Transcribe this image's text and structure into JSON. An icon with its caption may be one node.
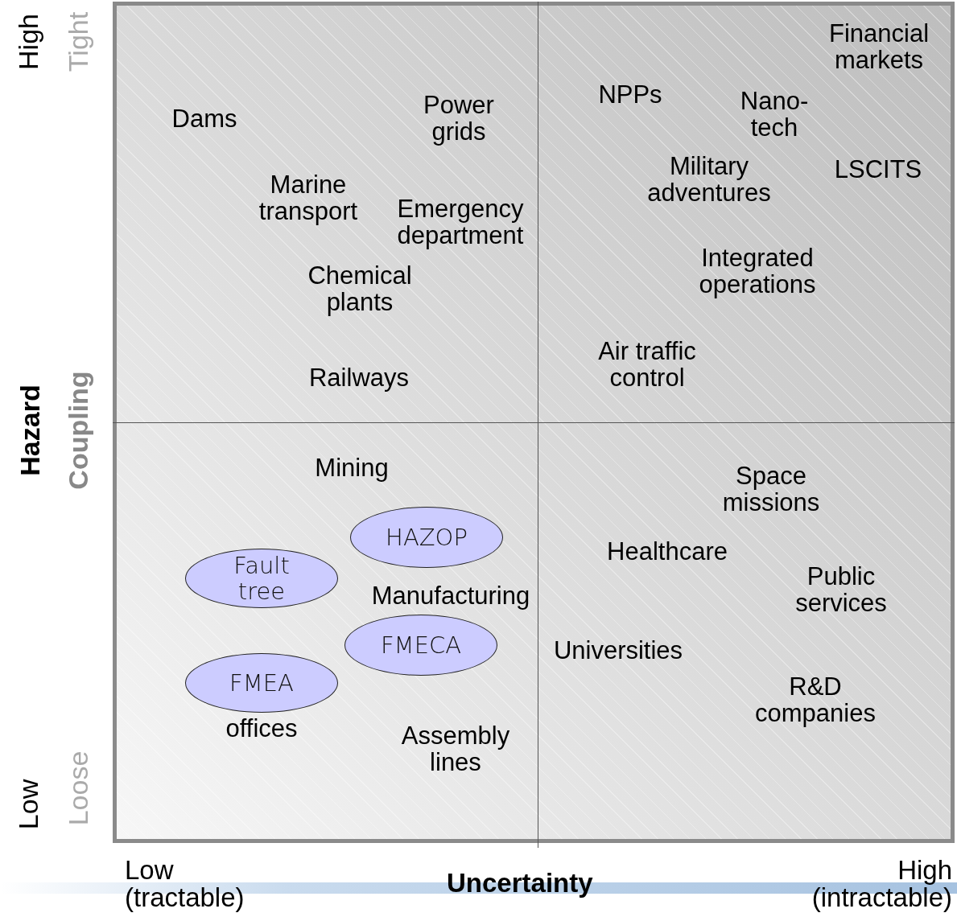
{
  "diagram": {
    "nodes": [
      {
        "text": [
          "HAZOP"
        ]
      },
      {
        "text": [
          "Fault tree"
        ]
      },
      {
        "text": [
          "FMECA"
        ]
      },
      {
        "text": [
          "FMEA"
        ],
        "beside": [
          "offices"
        ]
      }
    ],
    "labels": [
      "High",
      "Tight",
      "Financial markets",
      "NPPs",
      "Power grids",
      "Nano-tech",
      "Dams",
      "Military adventures",
      "LSCITS",
      "Marine transport",
      "Emergency department",
      "Chemical plants",
      "Integrated operations",
      "Air traffic control",
      "Railways",
      "Hazard",
      "Coupling",
      "Mining",
      "Space missions",
      "Healthcare",
      "Public services",
      "Manufacturing",
      "Universities",
      "R&D companies",
      "Assembly lines",
      "Low",
      "Loose",
      "Low (tractable)",
      "Uncertainty",
      "High (intractable)"
    ]
  }
}
